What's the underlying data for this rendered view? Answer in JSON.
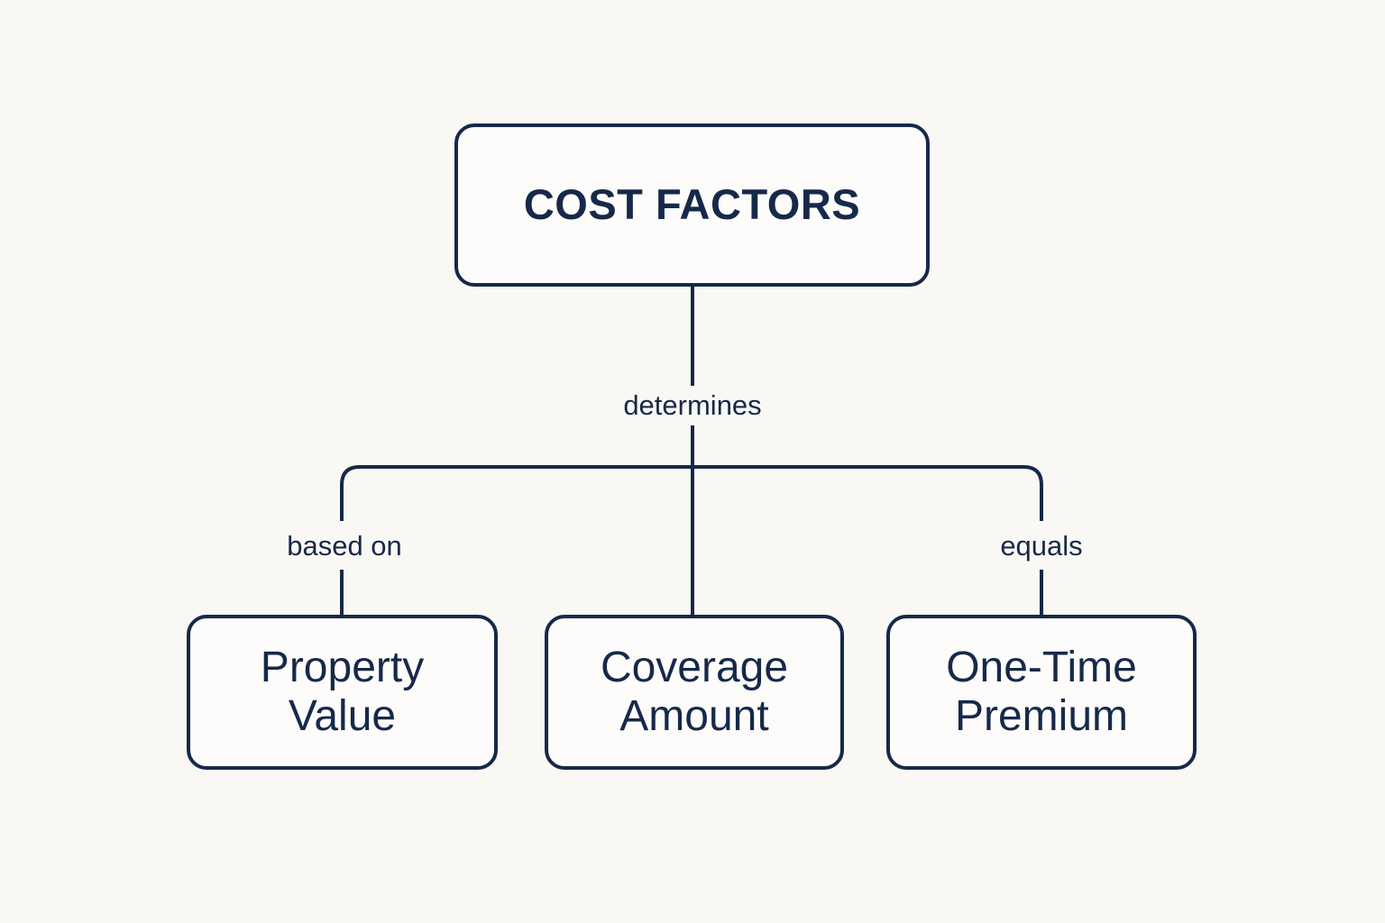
{
  "diagram": {
    "title_node": {
      "id": "cost-factors",
      "label": "COST FACTORS"
    },
    "children": [
      {
        "id": "property-value",
        "label": "Property\nValue"
      },
      {
        "id": "coverage-amount",
        "label": "Coverage\nAmount"
      },
      {
        "id": "one-time-premium",
        "label": "One-Time\nPremium"
      }
    ],
    "edge_labels": {
      "root_to_branch": "determines",
      "left_branch": "based on",
      "right_branch": "equals"
    },
    "colors": {
      "background": "#faf8f4",
      "node_fill": "#fdfcfa",
      "stroke": "#16294a",
      "text": "#16294a"
    }
  }
}
